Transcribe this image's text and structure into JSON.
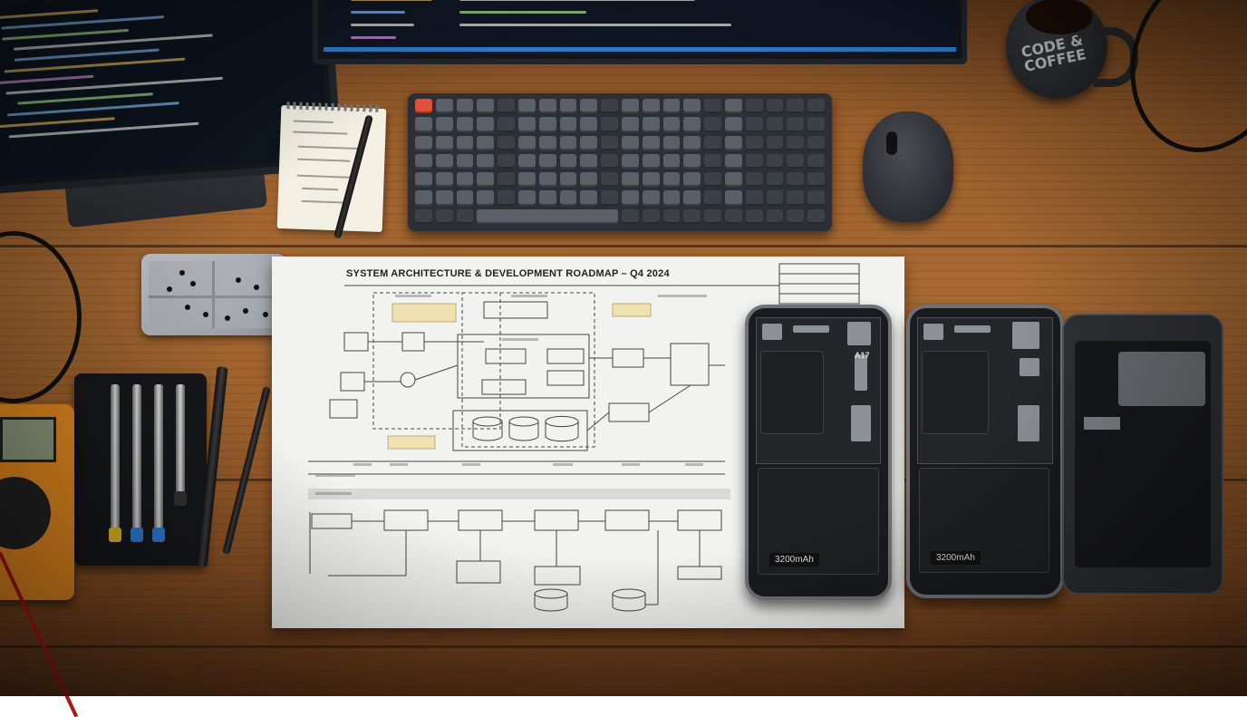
{
  "scene": {
    "mug_text": "CODE & COFFEE",
    "diagram_title": "SYSTEM ARCHITECTURE & DEVELOPMENT ROADMAP – Q4 2024",
    "chip_label": "A17",
    "battery_capacity_1": "3200mAh",
    "battery_capacity_2": "3200mAh"
  },
  "colors": {
    "wood": "#a86a33",
    "keyboard_accent": "#e0503a",
    "multimeter": "#e58a1e",
    "editor_statusbar": "#2f7dd0"
  }
}
